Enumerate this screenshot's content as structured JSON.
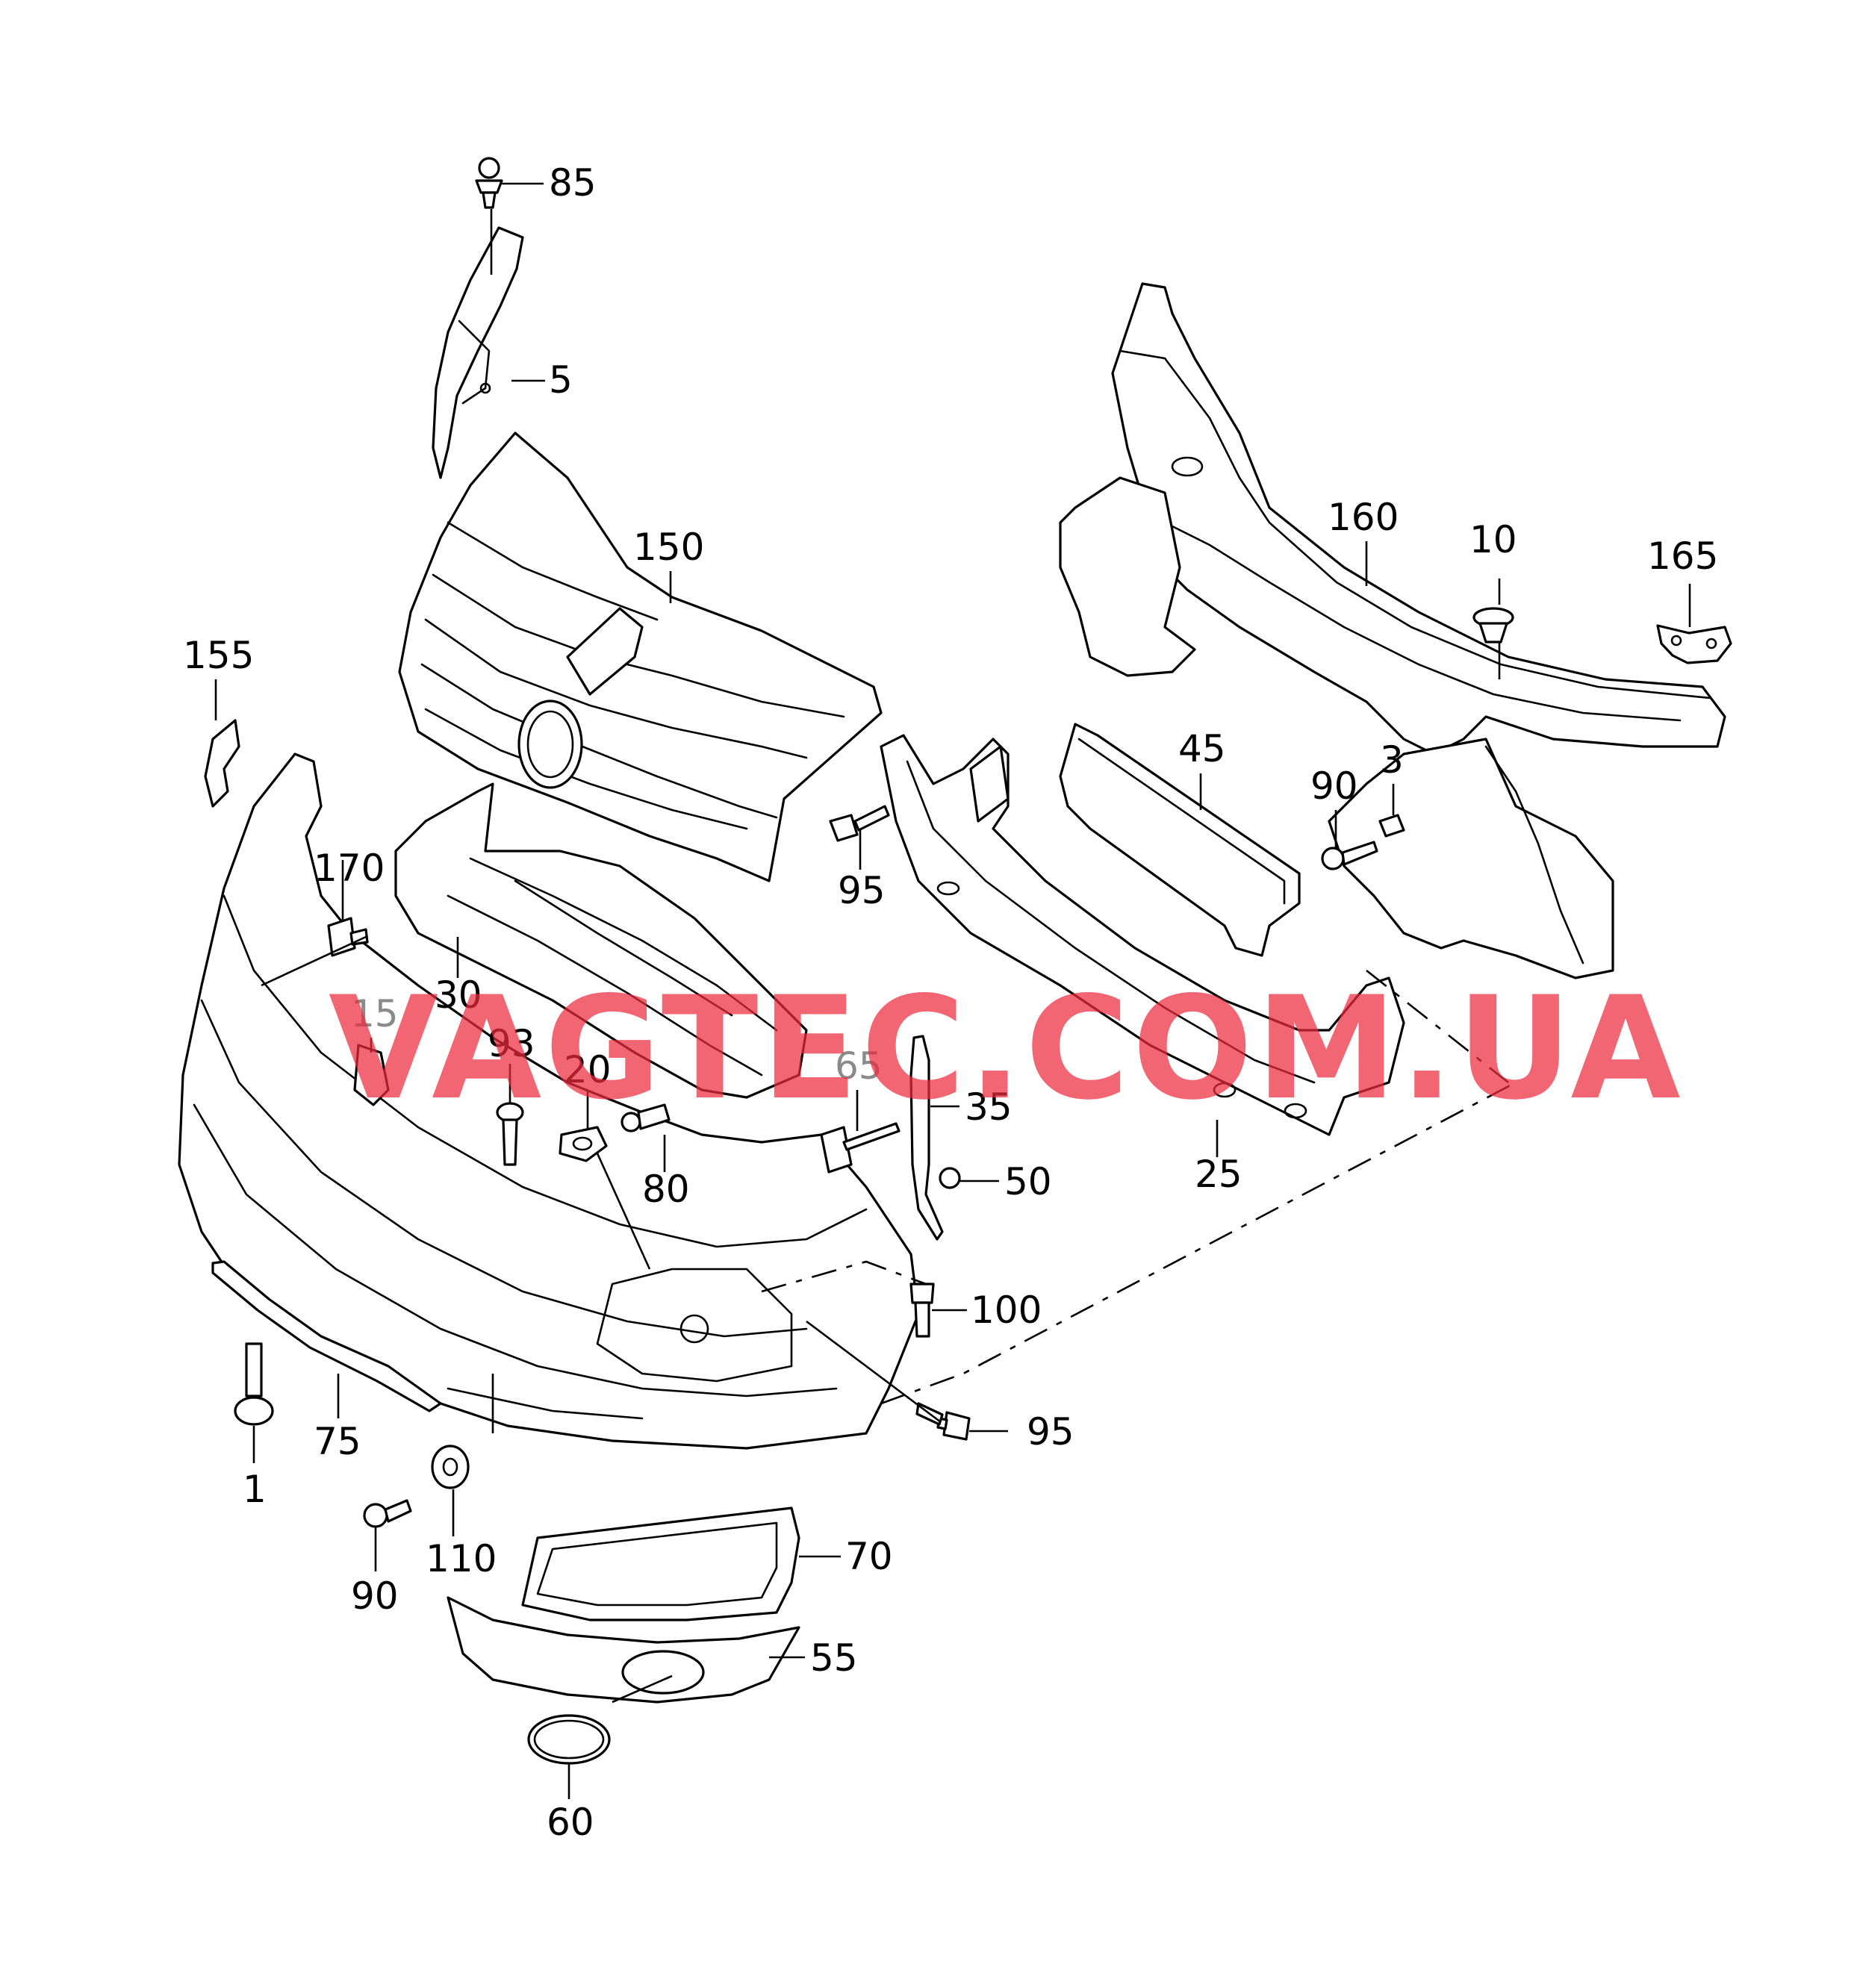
{
  "watermark": {
    "text": "VAGTEC.COM.UA",
    "color": "#ee2a3c"
  },
  "callouts": [
    {
      "id": "c85",
      "text": "85"
    },
    {
      "id": "c5",
      "text": "5"
    },
    {
      "id": "c150",
      "text": "150"
    },
    {
      "id": "c155",
      "text": "155"
    },
    {
      "id": "c160",
      "text": "160"
    },
    {
      "id": "c10",
      "text": "10"
    },
    {
      "id": "c165",
      "text": "165"
    },
    {
      "id": "c45",
      "text": "45"
    },
    {
      "id": "c90a",
      "text": "90"
    },
    {
      "id": "c3",
      "text": "3"
    },
    {
      "id": "c95a",
      "text": "95"
    },
    {
      "id": "c170",
      "text": "170"
    },
    {
      "id": "c30",
      "text": "30"
    },
    {
      "id": "c15",
      "text": "15"
    },
    {
      "id": "c93",
      "text": "93"
    },
    {
      "id": "c20",
      "text": "20"
    },
    {
      "id": "c65",
      "text": "65"
    },
    {
      "id": "c35",
      "text": "35"
    },
    {
      "id": "c80",
      "text": "80"
    },
    {
      "id": "c50",
      "text": "50"
    },
    {
      "id": "c25",
      "text": "25"
    },
    {
      "id": "c100",
      "text": "100"
    },
    {
      "id": "c95b",
      "text": "95"
    },
    {
      "id": "c75",
      "text": "75"
    },
    {
      "id": "c1",
      "text": "1"
    },
    {
      "id": "c110",
      "text": "110"
    },
    {
      "id": "c90b",
      "text": "90"
    },
    {
      "id": "c70",
      "text": "70"
    },
    {
      "id": "c55",
      "text": "55"
    },
    {
      "id": "c60",
      "text": "60"
    }
  ]
}
